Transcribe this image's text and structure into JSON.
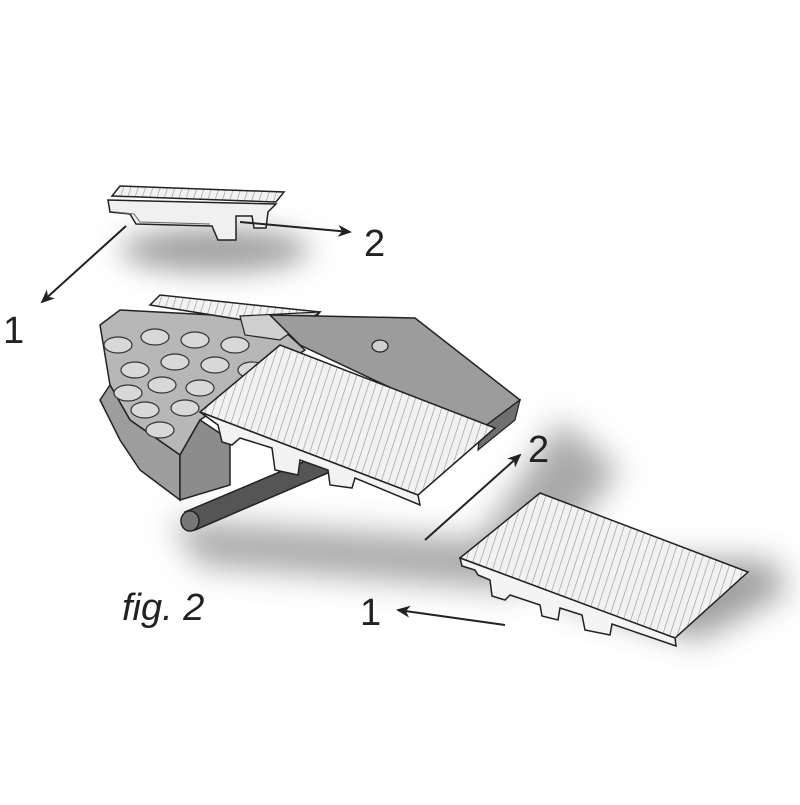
{
  "figure": {
    "caption": "fig. 2",
    "callouts": {
      "top_left": "1",
      "top_right": "2",
      "bottom_right_upper": "2",
      "bottom_left": "1"
    }
  },
  "colors": {
    "outline": "#222222",
    "part_light": "#eeeeee",
    "part_mid": "#bdbdbd",
    "part_dark": "#8f8f8f",
    "shadow": "#9a9a9a",
    "rod": "#555555"
  }
}
